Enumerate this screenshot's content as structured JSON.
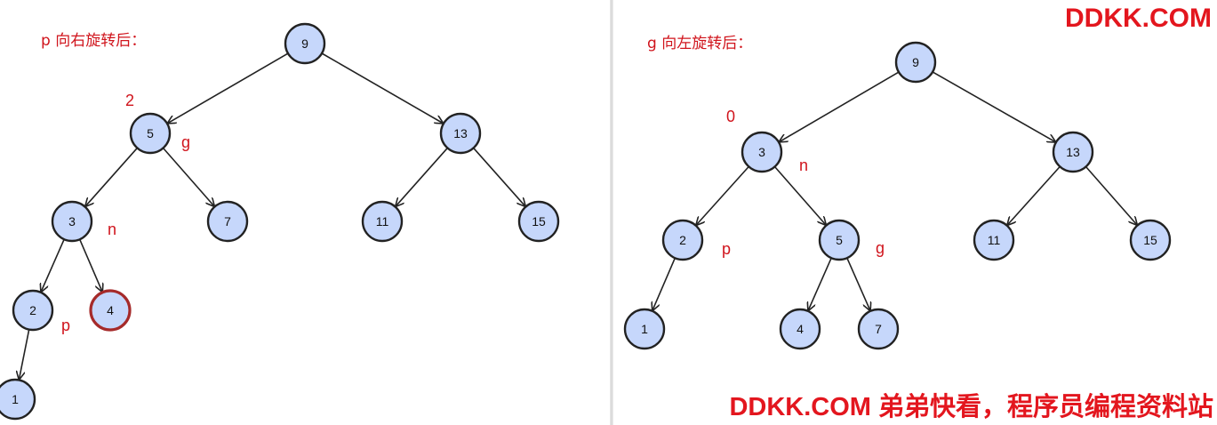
{
  "left_panel": {
    "caption": "p 向右旋转后：",
    "nodes": {
      "n9": "9",
      "n5": "5",
      "n13": "13",
      "n3": "3",
      "n7": "7",
      "n11": "11",
      "n15": "15",
      "n2": "2",
      "n4": "4",
      "n1": "1"
    },
    "labels": {
      "height": "2",
      "g": "g",
      "n": "n",
      "p": "p"
    },
    "highlighted_node": "4"
  },
  "right_panel": {
    "caption": "g 向左旋转后：",
    "nodes": {
      "n9": "9",
      "n3": "3",
      "n13": "13",
      "n2": "2",
      "n5": "5",
      "n11": "11",
      "n15": "15",
      "n1": "1",
      "n4": "4",
      "n7": "7"
    },
    "labels": {
      "height": "0",
      "n": "n",
      "p": "p",
      "g": "g"
    }
  },
  "watermark": {
    "top": "DDKK.COM",
    "bottom": "DDKK.COM 弟弟快看，程序员编程资料站"
  },
  "colors": {
    "node_fill": "#c6d7fb",
    "node_stroke": "#222222",
    "highlight_stroke": "#a52a2a",
    "label_red": "#d0141c"
  }
}
